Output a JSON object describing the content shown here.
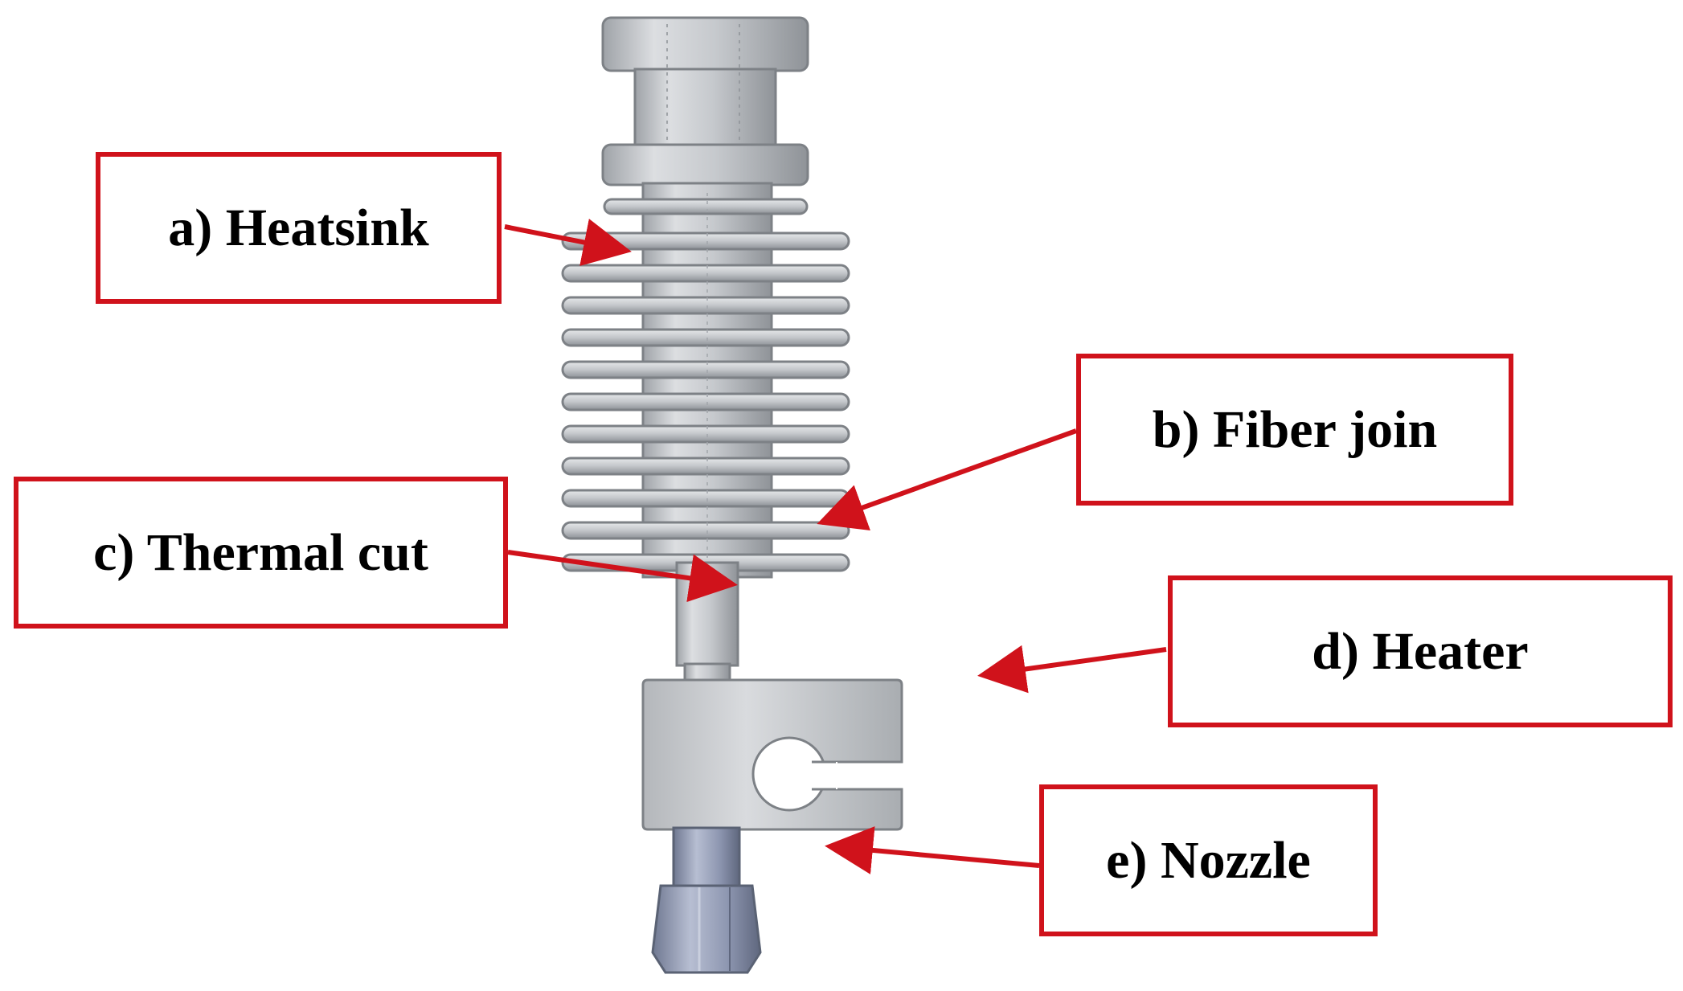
{
  "labels": {
    "heatsink": "a) Heatsink",
    "fiber_join": "b) Fiber join",
    "thermal_cut": "c) Thermal cut",
    "heater": "d) Heater",
    "nozzle": "e) Nozzle"
  },
  "colors": {
    "accent": "#d0121b",
    "metal_light": "#d8dadd",
    "metal_mid": "#b9bcc0",
    "metal_dark": "#8c9095",
    "nozzle_blue": "#8a93ad"
  }
}
